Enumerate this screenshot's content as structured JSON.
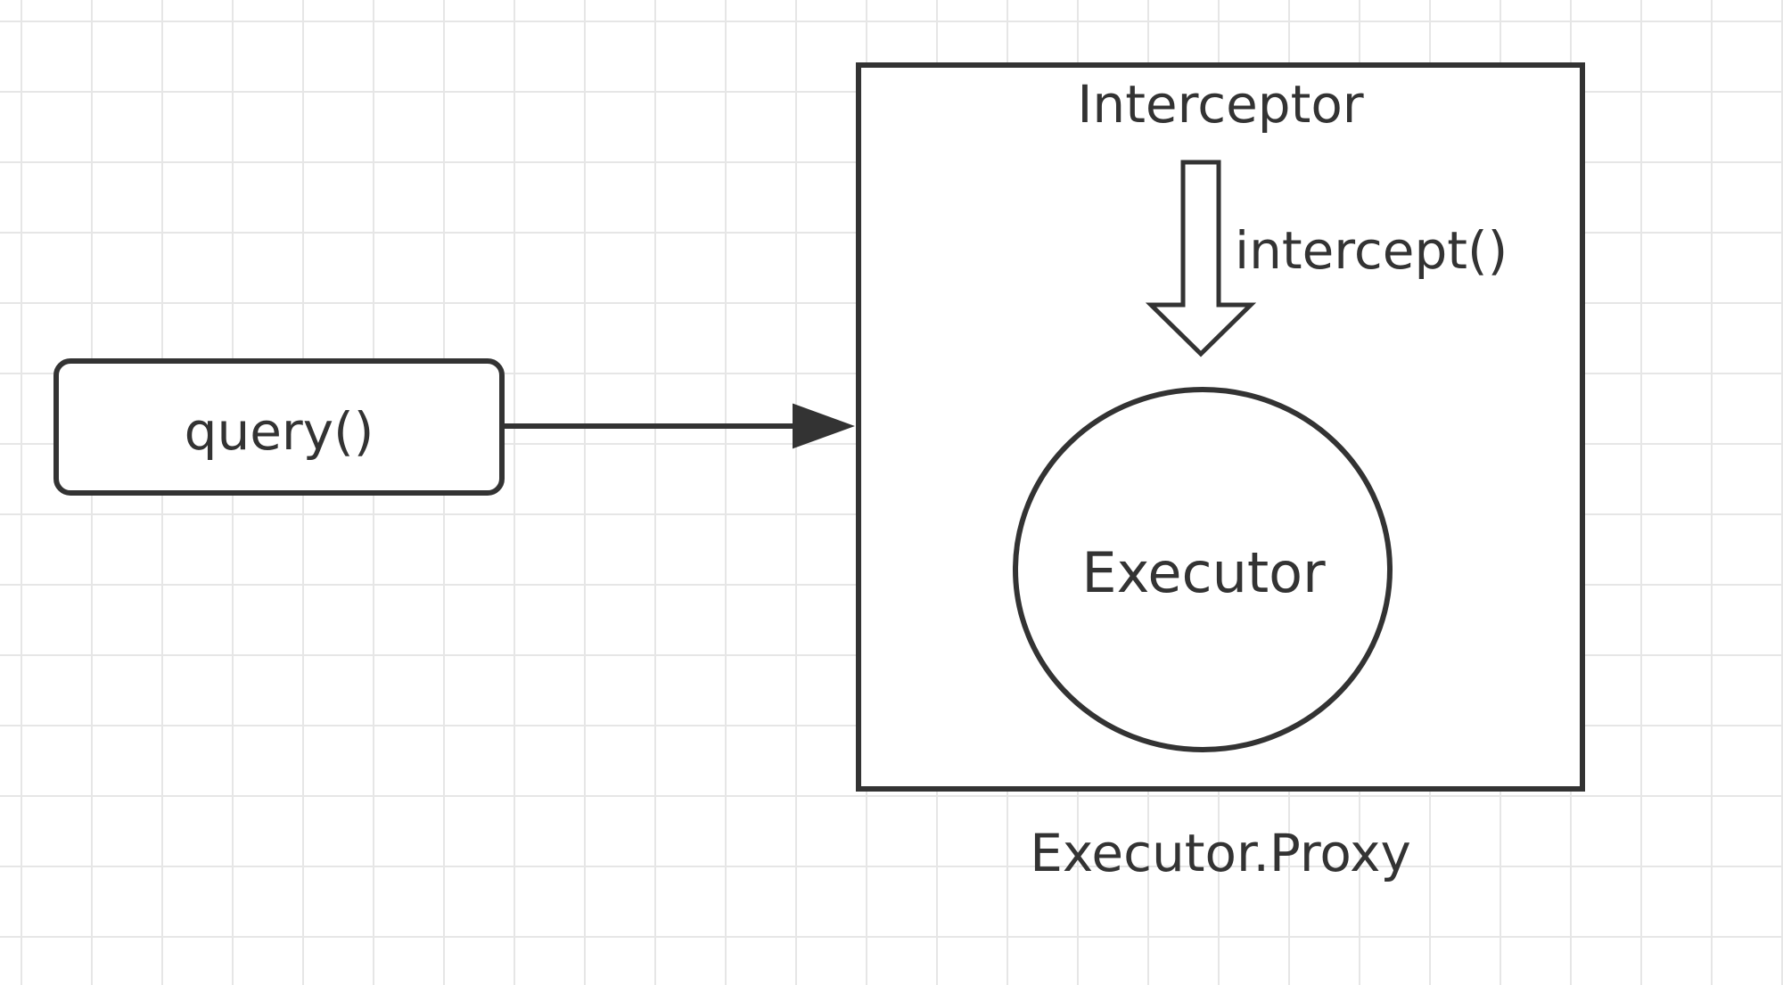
{
  "diagram": {
    "query_node": {
      "label": "query()"
    },
    "proxy_box": {
      "title": "Interceptor",
      "caption": "Executor.Proxy"
    },
    "intercept_edge": {
      "label": "intercept()"
    },
    "executor_node": {
      "label": "Executor"
    }
  },
  "colors": {
    "stroke": "#333333",
    "text": "#333333",
    "grid": "#e6e6e6",
    "background": "#ffffff"
  }
}
